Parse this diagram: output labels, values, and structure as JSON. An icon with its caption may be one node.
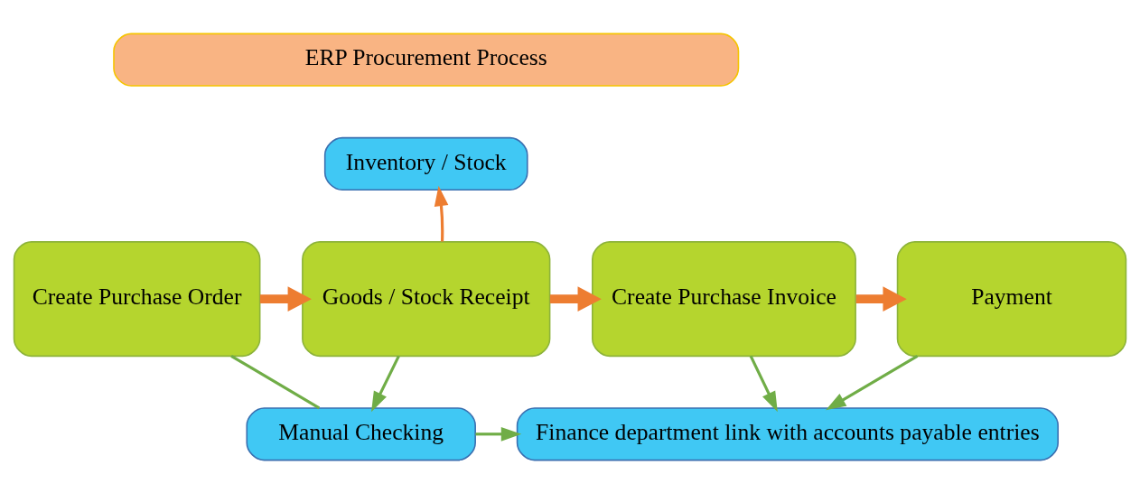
{
  "diagram": {
    "nodes": [
      {
        "text": [
          "ERP Procurement Process"
        ]
      },
      {
        "text": [
          "Inventory / Stock"
        ]
      },
      {
        "text": [
          "Create Purchase Order"
        ]
      },
      {
        "text": [
          "Goods / Stock Receipt"
        ]
      },
      {
        "text": [
          "Create Purchase Invoice"
        ]
      },
      {
        "text": [
          "Payment"
        ]
      },
      {
        "text": [
          "Manual Checking"
        ]
      },
      {
        "text": [
          "Finance department link with accounts payable entries"
        ]
      }
    ],
    "edges": [
      {
        "from": 3,
        "to": 1,
        "arrow": "to",
        "color": "#ed7d31"
      },
      {
        "from": 2,
        "to": 3,
        "arrow": "to",
        "style": "thick",
        "color": "#ed7d31"
      },
      {
        "from": 3,
        "to": 4,
        "arrow": "to",
        "style": "thick",
        "color": "#ed7d31"
      },
      {
        "from": 4,
        "to": 5,
        "arrow": "to",
        "style": "thick",
        "color": "#ed7d31"
      },
      {
        "from": 2,
        "to": 6,
        "arrow": "none"
      },
      {
        "from": 3,
        "to": 6,
        "arrow": "to"
      },
      {
        "from": 6,
        "to": 7,
        "arrow": "to"
      },
      {
        "from": 4,
        "to": 7,
        "arrow": "to"
      },
      {
        "from": 5,
        "to": 7,
        "arrow": "to"
      }
    ]
  }
}
